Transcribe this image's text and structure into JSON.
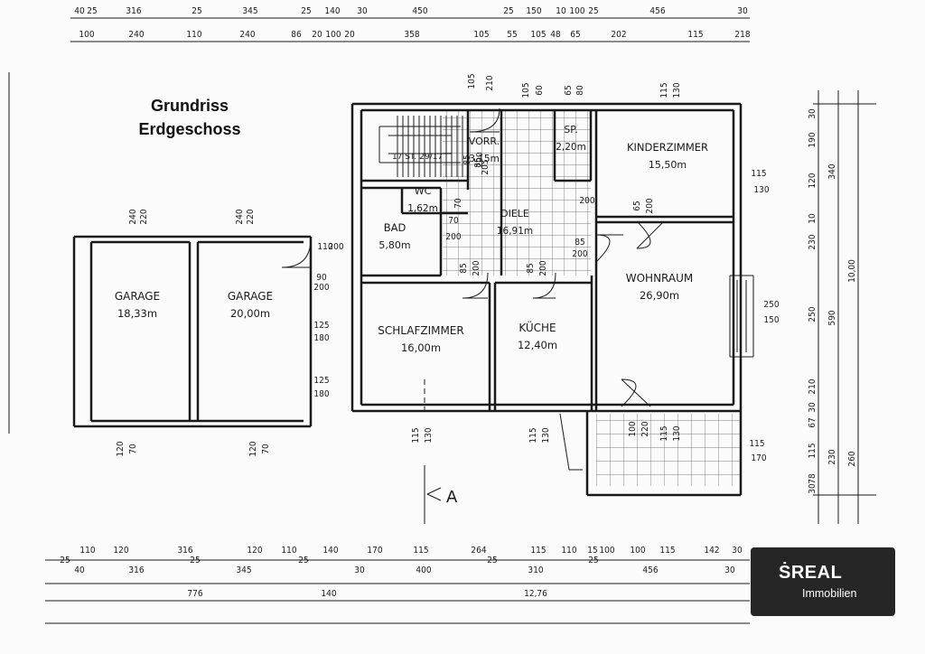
{
  "title": {
    "line1": "Grundriss",
    "line2": "Erdgeschoss"
  },
  "rooms": [
    {
      "name": "GARAGE",
      "area": "18,33m"
    },
    {
      "name": "GARAGE",
      "area": "20,00m"
    },
    {
      "name": "BAD",
      "area": "5,80m"
    },
    {
      "name": "WC",
      "area": "1,62m"
    },
    {
      "name": "VORR.",
      "area": "3,15m"
    },
    {
      "name": "DIELE",
      "area": "16,91m"
    },
    {
      "name": "SP.",
      "area": "2,20m"
    },
    {
      "name": "KINDERZIMMER",
      "area": "15,50m"
    },
    {
      "name": "SCHLAFZIMMER",
      "area": "16,00m"
    },
    {
      "name": "KÜCHE",
      "area": "12,40m"
    },
    {
      "name": "WOHNRAUM",
      "area": "26,90m"
    }
  ],
  "stairs": "17 ST. 29/17",
  "section": "A",
  "dims": {
    "top1": [
      "40",
      "25",
      "316",
      "25",
      "345",
      "25",
      "140",
      "30",
      "450",
      "25",
      "150",
      "10",
      "100",
      "25",
      "456",
      "30"
    ],
    "top2": [
      "100",
      "240",
      "110",
      "240",
      "86",
      "20",
      "100",
      "20",
      "358",
      "105",
      "55",
      "105",
      "48",
      "65",
      "202",
      "115",
      "218"
    ],
    "bot1": [
      "110",
      "120",
      "316",
      "120",
      "110",
      "140",
      "170",
      "115",
      "264",
      "115",
      "110",
      "15",
      "100",
      "100",
      "115",
      "142",
      "30"
    ],
    "bot2": [
      "25",
      "25",
      "25",
      "25",
      "25"
    ],
    "bot3": [
      "40",
      "316",
      "345",
      "30",
      "400",
      "310",
      "456",
      "30"
    ],
    "bot4": [
      "776",
      "140",
      "12,76"
    ],
    "right1": [
      "30",
      "190",
      "120",
      "10",
      "230",
      "250",
      "210",
      "30",
      "67",
      "115",
      "78",
      "30"
    ],
    "right2": [
      "340",
      "590",
      "230",
      "260"
    ],
    "right3": [
      "10,00"
    ],
    "misc": [
      "105",
      "210",
      "105",
      "60",
      "65",
      "80",
      "115",
      "130",
      "240",
      "220",
      "240",
      "220",
      "110",
      "200",
      "90",
      "200",
      "125",
      "180",
      "125",
      "180",
      "115",
      "130",
      "65",
      "200",
      "85",
      "200",
      "85",
      "200",
      "70",
      "200",
      "85",
      "200",
      "85",
      "200",
      "250",
      "150",
      "115",
      "130",
      "115",
      "130",
      "100",
      "220",
      "115",
      "130",
      "115",
      "170",
      "120",
      "70",
      "120",
      "70",
      "85",
      "205",
      "70",
      "200"
    ]
  },
  "logo": {
    "brand": "REAL",
    "sub": "Immobilien"
  }
}
